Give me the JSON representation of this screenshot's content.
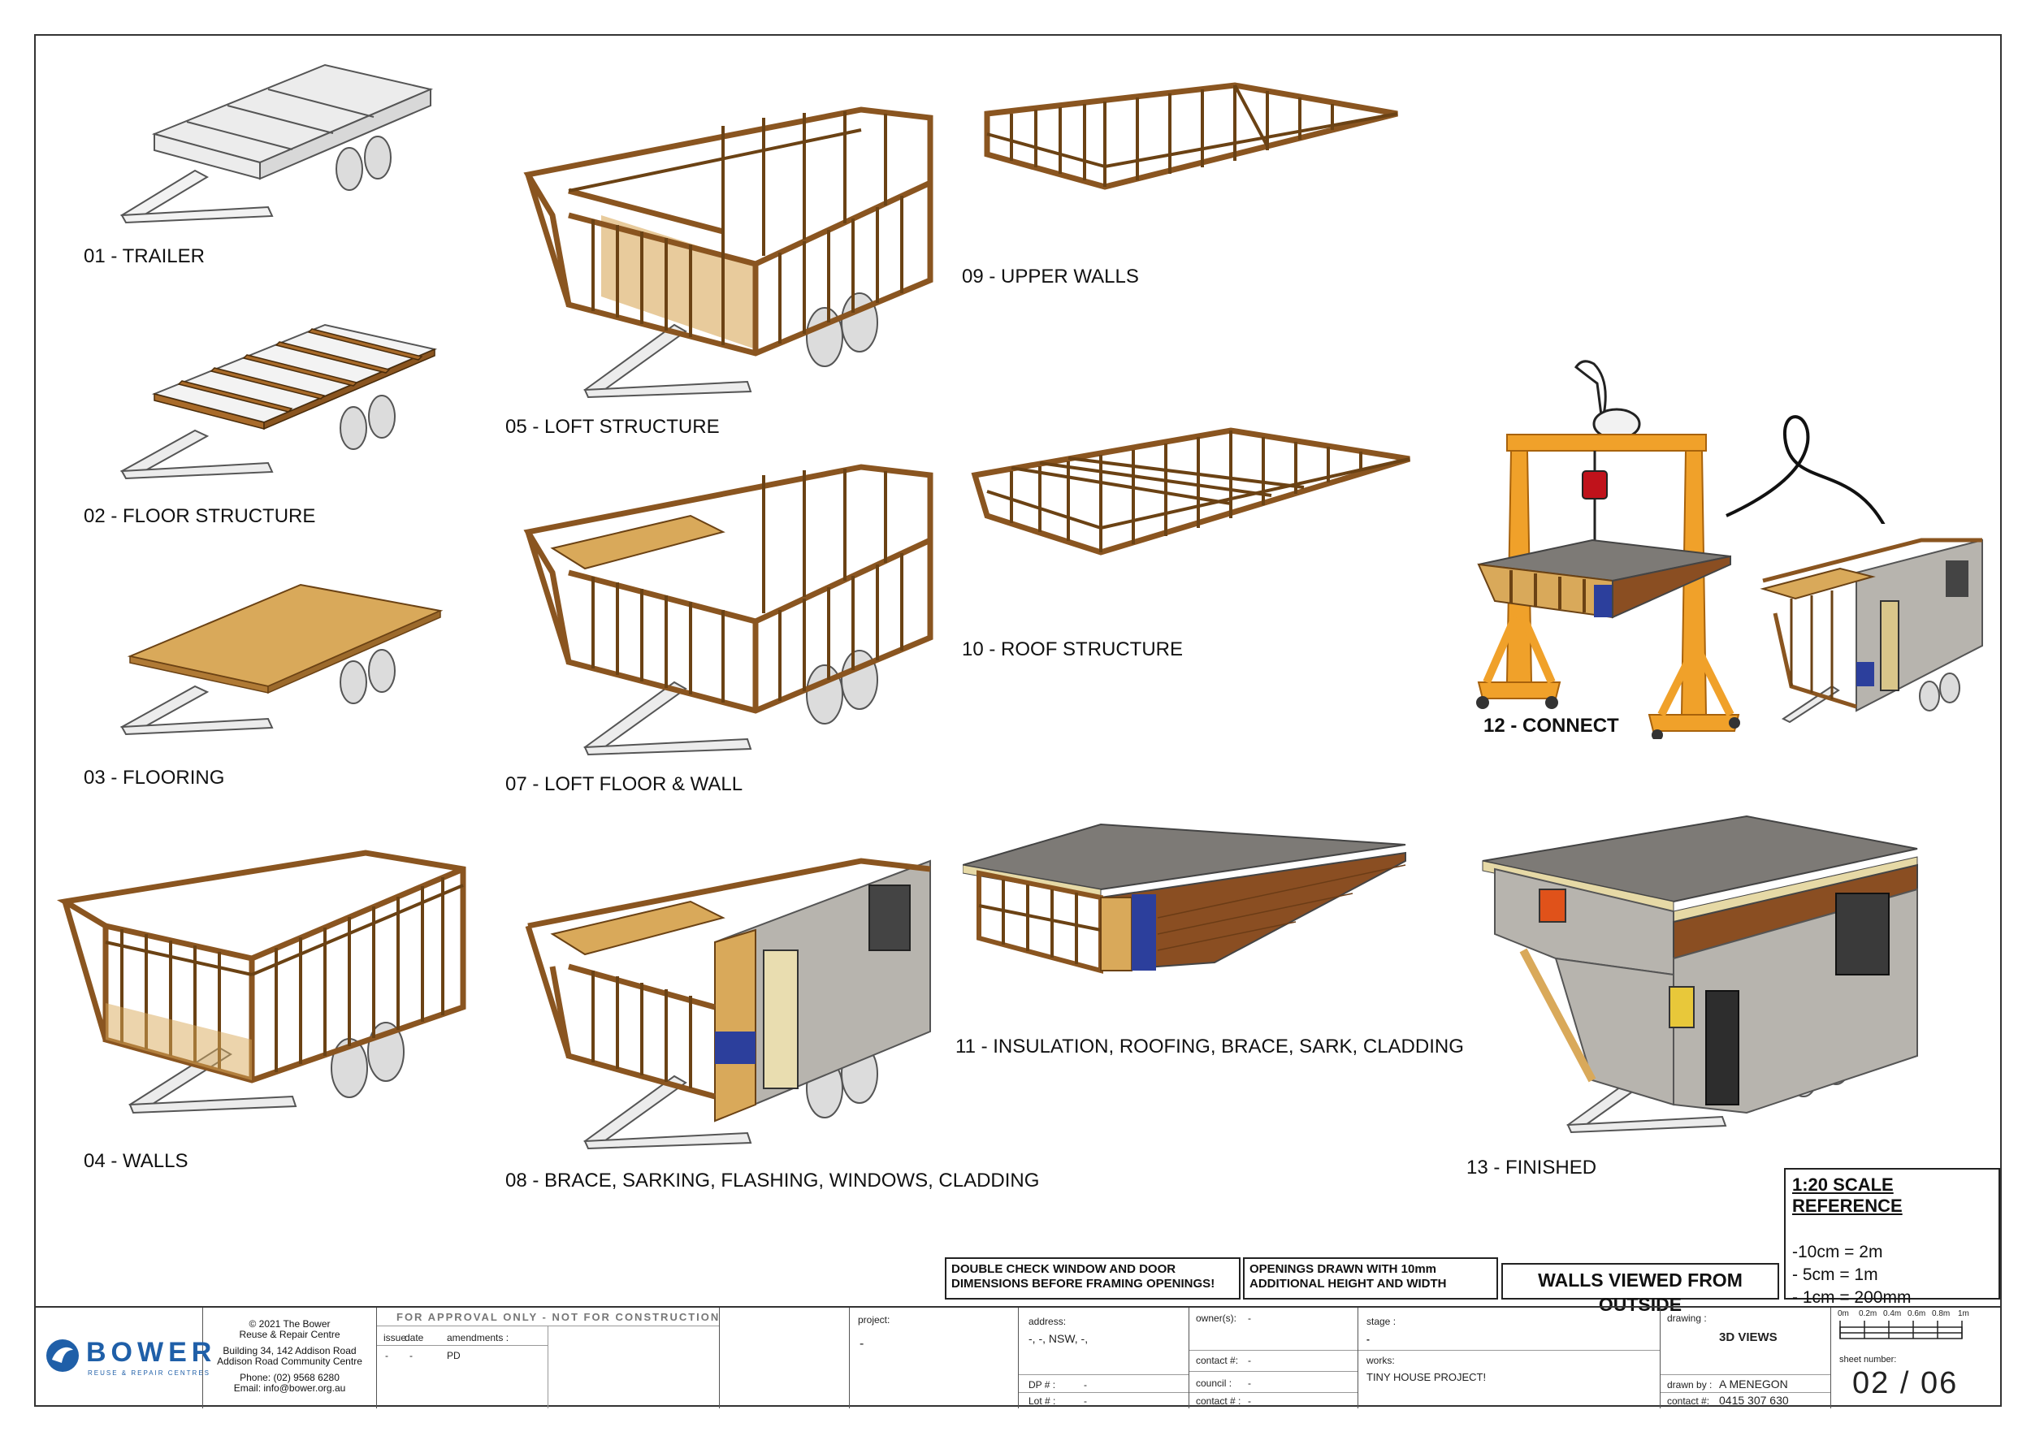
{
  "steps": [
    {
      "id": "01",
      "label": "01 - TRAILER"
    },
    {
      "id": "02",
      "label": "02 - FLOOR STRUCTURE"
    },
    {
      "id": "03",
      "label": "03 - FLOORING"
    },
    {
      "id": "04",
      "label": "04 - WALLS"
    },
    {
      "id": "05",
      "label": "05 - LOFT STRUCTURE"
    },
    {
      "id": "07",
      "label": "07 - LOFT FLOOR & WALL"
    },
    {
      "id": "08",
      "label": "08 - BRACE, SARKING, FLASHING, WINDOWS, CLADDING"
    },
    {
      "id": "09",
      "label": "09 - UPPER WALLS"
    },
    {
      "id": "10",
      "label": "10 - ROOF STRUCTURE"
    },
    {
      "id": "11",
      "label": "11 - INSULATION, ROOFING, BRACE, SARK, CLADDING"
    },
    {
      "id": "12",
      "label": "12 - CONNECT"
    },
    {
      "id": "13",
      "label": "13 - FINISHED"
    }
  ],
  "notes": {
    "check_dims": "DOUBLE CHECK WINDOW AND DOOR DIMENSIONS BEFORE FRAMING OPENINGS!",
    "openings": "OPENINGS DRAWN WITH 10mm ADDITIONAL HEIGHT AND WIDTH",
    "walls_viewed": "WALLS VIEWED FROM OUTSIDE"
  },
  "scale_ref": {
    "title": "1:20 SCALE REFERENCE",
    "lines": [
      "-10cm = 2m",
      "- 5cm = 1m",
      "- 1cm = 200mm"
    ]
  },
  "colors": {
    "timber": "#b8782e",
    "timber_dark": "#6b4214",
    "ply": "#d9a95a",
    "roof": "#7d7a76",
    "clad": "#b7b4ae",
    "brown_clad": "#8a4e22",
    "blue": "#2c3f9c",
    "frame_grey": "#e6e6e6",
    "crane": "#f0a12a",
    "logo": "#1f5fa8"
  },
  "title_block": {
    "logo": "BOWER",
    "logo_sub": "REUSE & REPAIR CENTRES",
    "org": [
      "© 2021 The Bower",
      "Reuse & Repair Centre",
      "",
      "Building 34, 142 Addison Road",
      "Addison Road Community Centre",
      "",
      "Phone: (02) 9568 6280",
      "Email: info@bower.org.au"
    ],
    "approval": "FOR APPROVAL ONLY  -  NOT FOR CONSTRUCTION",
    "issue_label": "issue",
    "date_label": "date",
    "amend_label": "amendments :",
    "issue_val": "-",
    "date_val": "-",
    "amend_val": "PD",
    "project_label": "project:",
    "project_val": "-",
    "address_label": "address:",
    "address_val": "-, -, NSW, -,",
    "dp_label": "DP # :",
    "dp_val": "-",
    "lot_label": "Lot # :",
    "lot_val": "-",
    "owner_label": "owner(s):",
    "owner_val": "-",
    "contact_label": "contact #:",
    "contact_val": "-",
    "council_label": "council :",
    "council_val": "-",
    "contact2_label": "contact # :",
    "contact2_val": "-",
    "stage_label": "stage :",
    "stage_val": "-",
    "works_label": "works:",
    "works_val": "TINY HOUSE PROJECT!",
    "drawing_label": "drawing :",
    "drawing_val": "3D VIEWS",
    "drawn_label": "drawn by :",
    "drawn_val": "A MENEGON",
    "dcontact_label": "contact #:",
    "dcontact_val": "0415 307 630",
    "bar_ticks": [
      "0m",
      "0.2m",
      "0.4m",
      "0.6m",
      "0.8m",
      "1m"
    ],
    "sheet_label": "sheet number:",
    "sheet_val": "02 / 06"
  }
}
